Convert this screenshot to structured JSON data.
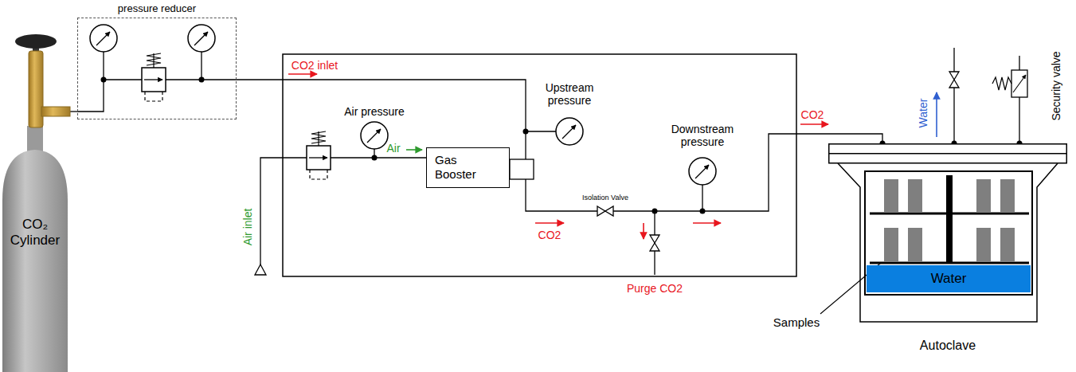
{
  "diagram": {
    "nodes": [
      {
        "text": [
          "pressure reducer"
        ]
      },
      {
        "text": [
          "CO₂ Cylinder"
        ]
      },
      {
        "text": [
          "Gas Booster"
        ]
      },
      {
        "text": [
          "Autoclave"
        ]
      },
      {
        "text": [
          "Water"
        ],
        "in": 3
      }
    ],
    "edges": [
      {
        "from": 1,
        "to": 0,
        "arrow": "none"
      },
      {
        "from": 0,
        "to": 2,
        "arrow": "none"
      },
      {
        "from": 2,
        "to": 3,
        "arrow": "none"
      }
    ],
    "labels": [
      "CO2 inlet",
      "Air pressure",
      "Air",
      "Upstream pressure",
      "Isolation Valve",
      "CO2",
      "Downstream pressure",
      "Purge CO2",
      "Air inlet",
      "CO2",
      "Water",
      "Security valve",
      "Samples"
    ]
  }
}
